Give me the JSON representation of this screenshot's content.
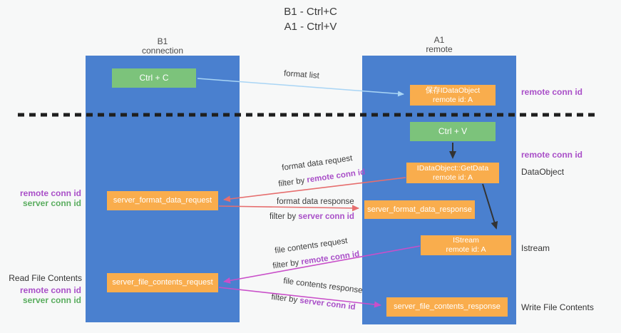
{
  "title": {
    "line1": "B1 - Ctrl+C",
    "line2": "A1 - Ctrl+V"
  },
  "columns": {
    "left": {
      "name": "B1",
      "subtitle": "connection"
    },
    "right": {
      "name": "A1",
      "subtitle": "remote"
    }
  },
  "nodes": {
    "ctrl_c": {
      "label": "Ctrl + C"
    },
    "save_dataobject": {
      "line1": "保存IDataObject",
      "line2": "remote id: A"
    },
    "ctrl_v": {
      "label": "Ctrl + V"
    },
    "getdata": {
      "line1": "IDataObject::GetData",
      "line2": "remote id: A"
    },
    "server_format_data_request": {
      "label": "server_format_data_request"
    },
    "server_format_data_response": {
      "label": "server_format_data_response"
    },
    "istream": {
      "line1": "IStream",
      "line2": "remote id: A"
    },
    "server_file_contents_request": {
      "label": "server_file_contents_request"
    },
    "server_file_contents_response": {
      "label": "server_file_contents_response"
    }
  },
  "edge_labels": {
    "format_list": "format list",
    "format_data_request": "format data request",
    "format_data_response": "format data response",
    "file_contents_request": "file contents request",
    "file_contents_response": "file contents response",
    "filter_by": "filter by",
    "remote_conn_id": "remote conn id",
    "server_conn_id": "server conn id"
  },
  "side_labels": {
    "remote_conn_id_top": "remote conn id",
    "remote_conn_id_mid": "remote conn id",
    "dataobject": "DataObject",
    "remote_conn_id_left1": "remote conn id",
    "server_conn_id_left1": "server conn id",
    "istream": "Istream",
    "read_file_contents": "Read File Contents",
    "remote_conn_id_left2": "remote conn id",
    "server_conn_id_left2": "server conn id",
    "write_file_contents": "Write File Contents"
  },
  "colors": {
    "column_blue": "#4a80cf",
    "node_orange": "#f9ad4d",
    "node_green": "#7cc37b",
    "purple_text": "#a94fc8",
    "green_text": "#5aad5f",
    "red_arrow": "#e66e6e",
    "magenta_arrow": "#c94fc9",
    "lightblue_arrow": "#a9d5f5",
    "black_arrow": "#333333",
    "background": "#f7f8f8"
  }
}
